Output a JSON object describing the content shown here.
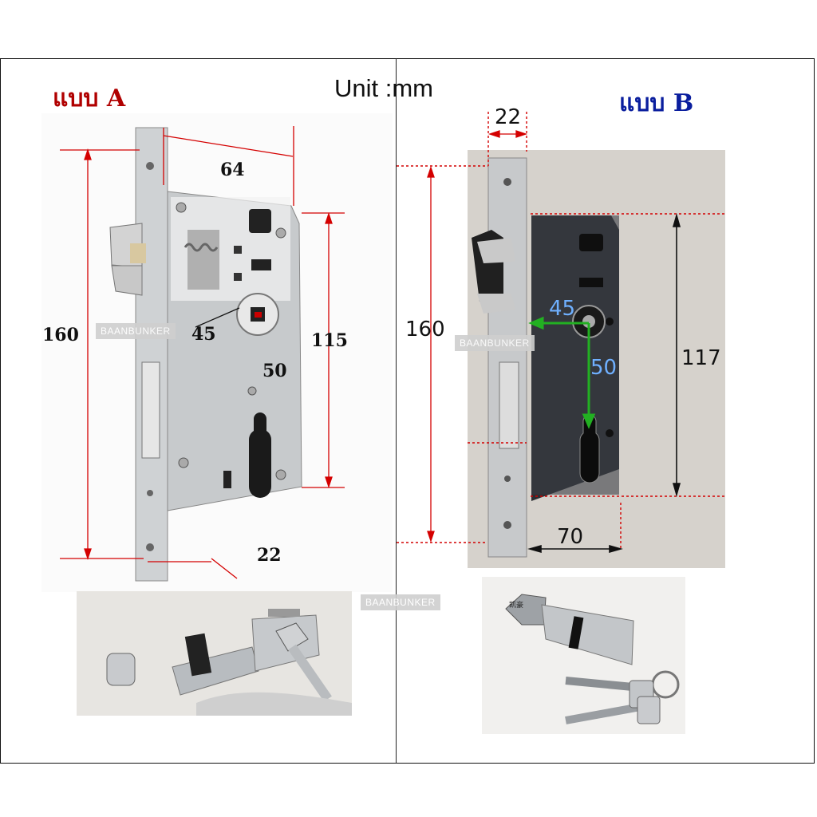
{
  "header": {
    "title_a": "แบบ A",
    "title_a_color": "#b00000",
    "title_b": "แบบ B",
    "title_b_color": "#0a1e9e",
    "unit": "Unit :mm"
  },
  "lock_a": {
    "width": "64",
    "height": "160",
    "case_height": "115",
    "backset_h": "45",
    "center_v": "50",
    "faceplate": "22"
  },
  "lock_b": {
    "faceplate": "22",
    "height": "160",
    "case_height": "117",
    "backset_h": "45",
    "center_v": "50",
    "width": "70",
    "accent": "#6fb0ff",
    "arrow_color": "#22b022"
  },
  "watermarks": [
    "BAANBUNKER",
    "BAANBUNKER",
    "BAANBUNKER"
  ],
  "cylinder_b_mark": "凯豪"
}
